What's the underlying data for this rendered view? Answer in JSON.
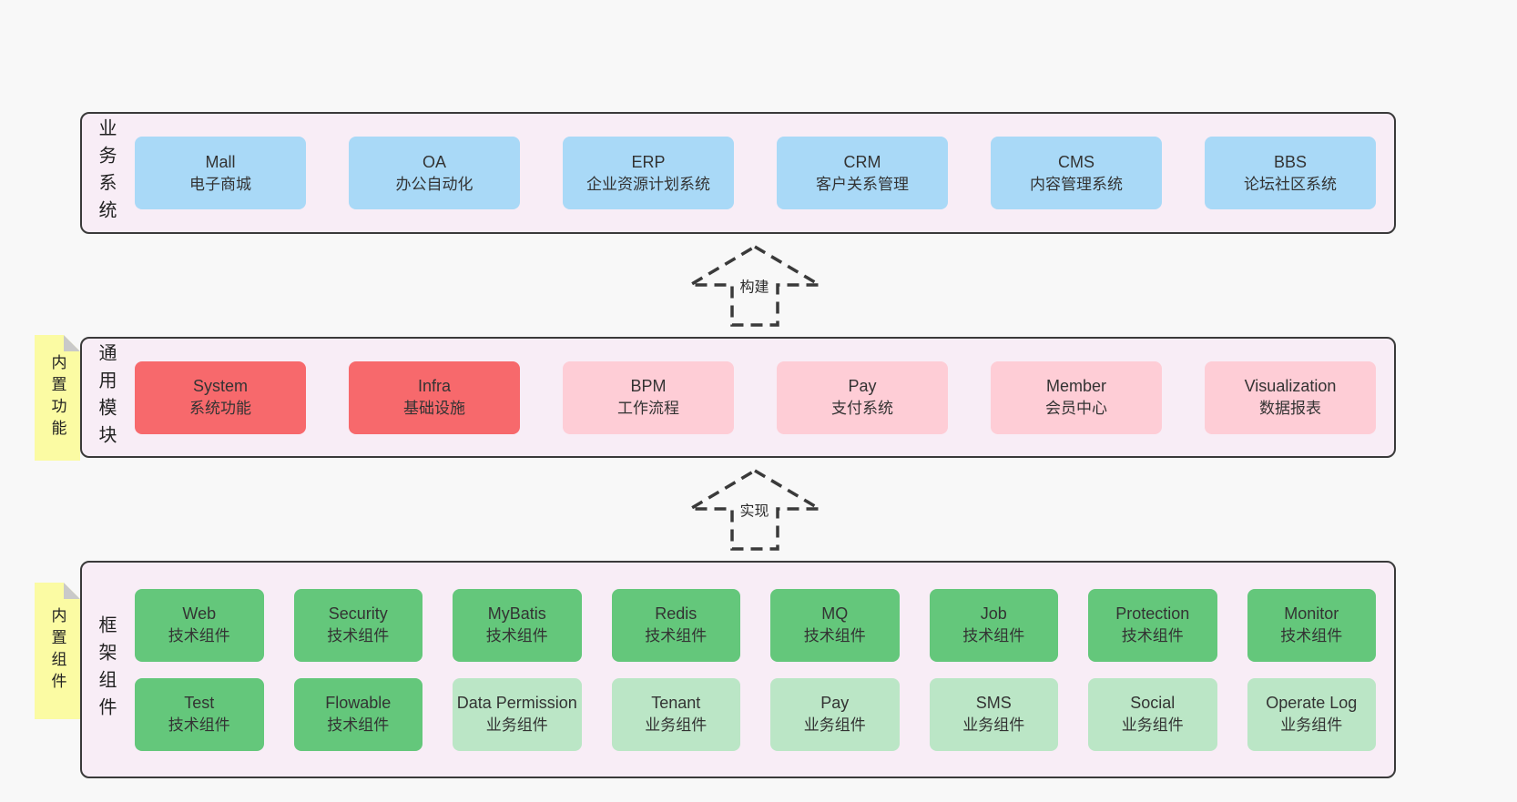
{
  "colors": {
    "page_bg": "#f8f8f8",
    "panel_bg": "#f8edf6",
    "panel_border": "#3a3a3a",
    "blue": "#a9d9f7",
    "red": "#f7696c",
    "pink": "#fecdd6",
    "green": "#64c77b",
    "light_green": "#bbe6c6",
    "note_yellow": "#fbfba3",
    "note_fold": "#c9c9c9",
    "arrow": "#3a3a3a",
    "text": "#333333"
  },
  "arrows": [
    {
      "label": "构建"
    },
    {
      "label": "实现"
    }
  ],
  "layers": [
    {
      "id": "business-systems",
      "label": "业务系统",
      "note": null,
      "columns": 6,
      "boxes": [
        {
          "name": "Mall",
          "desc": "电子商城",
          "variant": "blue"
        },
        {
          "name": "OA",
          "desc": "办公自动化",
          "variant": "blue"
        },
        {
          "name": "ERP",
          "desc": "企业资源计划系统",
          "variant": "blue"
        },
        {
          "name": "CRM",
          "desc": "客户关系管理",
          "variant": "blue"
        },
        {
          "name": "CMS",
          "desc": "内容管理系统",
          "variant": "blue"
        },
        {
          "name": "BBS",
          "desc": "论坛社区系统",
          "variant": "blue"
        }
      ]
    },
    {
      "id": "common-modules",
      "label": "通用模块",
      "note": "内置功能",
      "columns": 6,
      "boxes": [
        {
          "name": "System",
          "desc": "系统功能",
          "variant": "red"
        },
        {
          "name": "Infra",
          "desc": "基础设施",
          "variant": "red"
        },
        {
          "name": "BPM",
          "desc": "工作流程",
          "variant": "pink"
        },
        {
          "name": "Pay",
          "desc": "支付系统",
          "variant": "pink"
        },
        {
          "name": "Member",
          "desc": "会员中心",
          "variant": "pink"
        },
        {
          "name": "Visualization",
          "desc": "数据报表",
          "variant": "pink"
        }
      ]
    },
    {
      "id": "framework-components",
      "label": "框架组件",
      "note": "内置组件",
      "columns": 8,
      "boxes": [
        {
          "name": "Web",
          "desc": "技术组件",
          "variant": "green"
        },
        {
          "name": "Security",
          "desc": "技术组件",
          "variant": "green"
        },
        {
          "name": "MyBatis",
          "desc": "技术组件",
          "variant": "green"
        },
        {
          "name": "Redis",
          "desc": "技术组件",
          "variant": "green"
        },
        {
          "name": "MQ",
          "desc": "技术组件",
          "variant": "green"
        },
        {
          "name": "Job",
          "desc": "技术组件",
          "variant": "green"
        },
        {
          "name": "Protection",
          "desc": "技术组件",
          "variant": "green"
        },
        {
          "name": "Monitor",
          "desc": "技术组件",
          "variant": "green"
        },
        {
          "name": "Test",
          "desc": "技术组件",
          "variant": "green"
        },
        {
          "name": "Flowable",
          "desc": "技术组件",
          "variant": "green"
        },
        {
          "name": "Data Permission",
          "desc": "业务组件",
          "variant": "lightgreen"
        },
        {
          "name": "Tenant",
          "desc": "业务组件",
          "variant": "lightgreen"
        },
        {
          "name": "Pay",
          "desc": "业务组件",
          "variant": "lightgreen"
        },
        {
          "name": "SMS",
          "desc": "业务组件",
          "variant": "lightgreen"
        },
        {
          "name": "Social",
          "desc": "业务组件",
          "variant": "lightgreen"
        },
        {
          "name": "Operate Log",
          "desc": "业务组件",
          "variant": "lightgreen"
        }
      ]
    }
  ]
}
